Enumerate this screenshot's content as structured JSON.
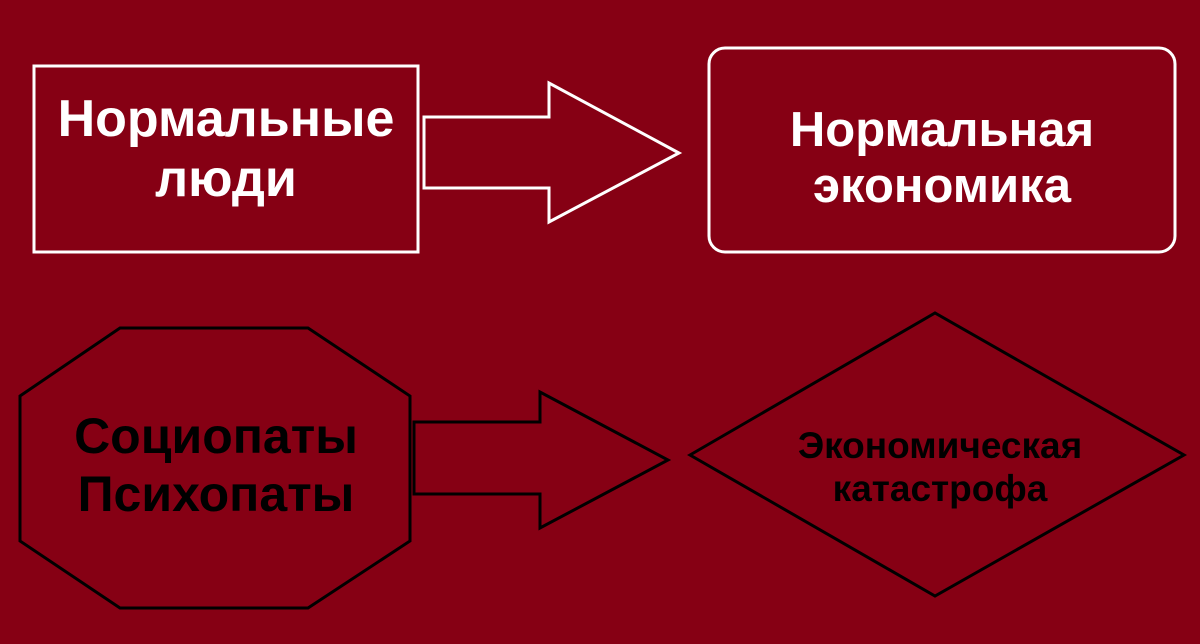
{
  "colors": {
    "background": "#860014",
    "light": "#ffffff",
    "dark": "#000000"
  },
  "nodes": {
    "normal_people": {
      "lines": [
        "Нормальные",
        "люди"
      ],
      "shape": "rectangle",
      "tone": "light"
    },
    "normal_economy": {
      "lines": [
        "Нормальная",
        "экономика"
      ],
      "shape": "rounded-rectangle",
      "tone": "light"
    },
    "sociopaths_psychopaths": {
      "lines": [
        "Социопаты",
        "Психопаты"
      ],
      "shape": "hexagon",
      "tone": "dark"
    },
    "economic_catastrophe": {
      "lines": [
        "Экономическая",
        "катастрофа"
      ],
      "shape": "diamond",
      "tone": "dark"
    }
  },
  "edges": [
    {
      "from": "normal_people",
      "to": "normal_economy",
      "tone": "light"
    },
    {
      "from": "sociopaths_psychopaths",
      "to": "economic_catastrophe",
      "tone": "dark"
    }
  ]
}
